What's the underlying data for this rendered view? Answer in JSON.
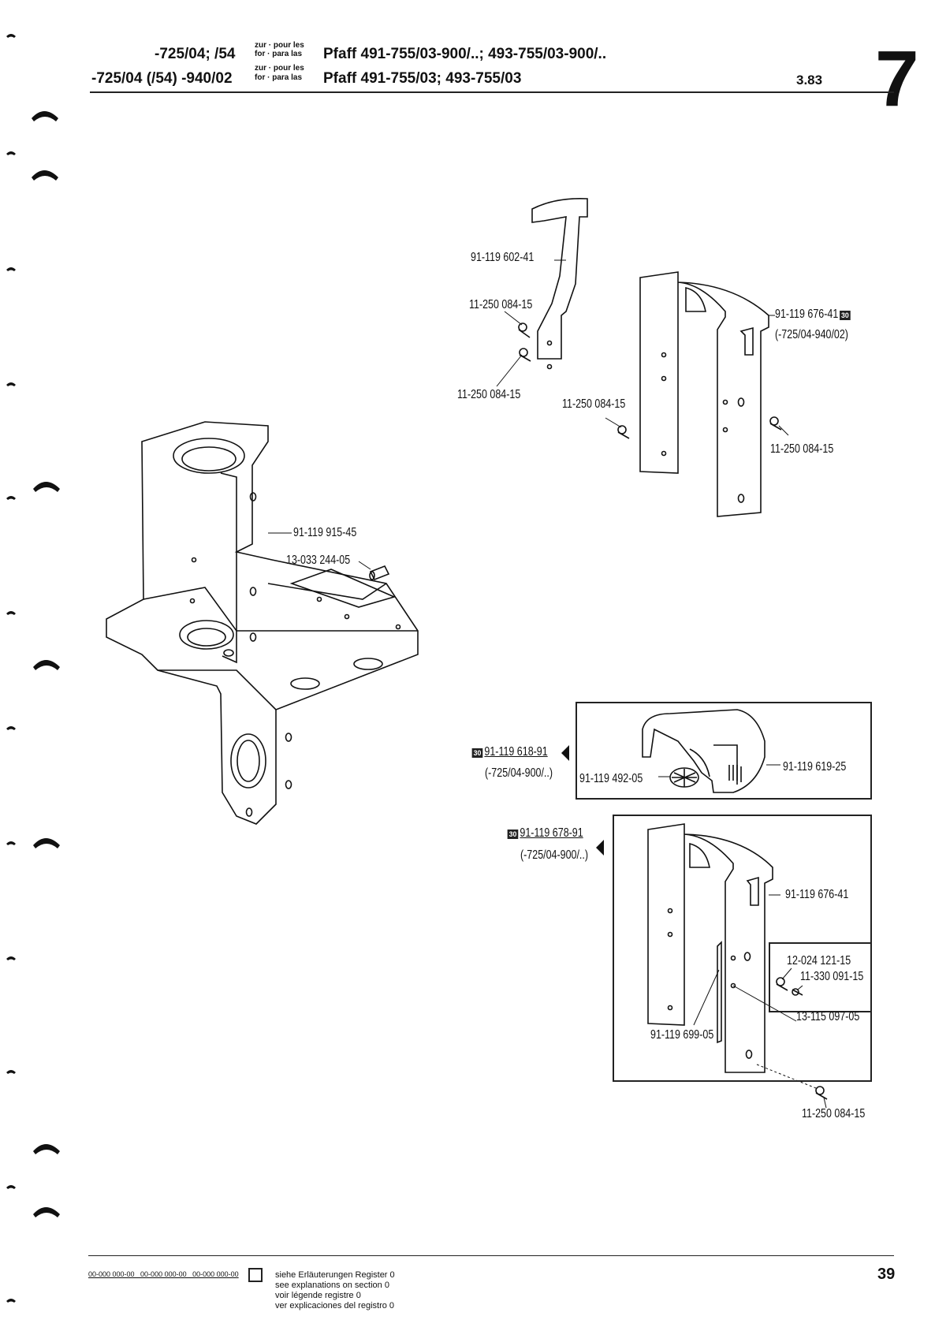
{
  "header": {
    "model_line1": "-725/04; /54",
    "model_line2": "-725/04 (/54) -940/02",
    "for_top1": "zur · pour les",
    "for_bot1": "for · para las",
    "for_top2": "zur · pour les",
    "for_bot2": "for · para las",
    "title1": "Pfaff 491-755/03-900/..; 493-755/03-900/..",
    "title2": "Pfaff 491-755/03; 493-755/03",
    "date": "3.83",
    "section": "7"
  },
  "parts": {
    "p1": "91-119 602-41",
    "p2": "11-250 084-15",
    "p3": "11-250 084-15",
    "p4": "11-250 084-15",
    "p5": "91-119 676-41",
    "p5_note": "(-725/04-940/02)",
    "p6": "11-250 084-15",
    "p7": "91-119 915-45",
    "p8": "13-033 244-05",
    "p9": "91-119 618-91",
    "p9_note": "(-725/04-900/..)",
    "p10": "91-119 492-05",
    "p11": "91-119 619-25",
    "p12": "91-119 678-91",
    "p12_note": "(-725/04-900/..)",
    "p13": "91-119 676-41",
    "p14": "12-024 121-15",
    "p15": "11-330 091-15",
    "p16": "13-115 097-05",
    "p17": "91-119 699-05",
    "p18": "11-250 084-15",
    "badge": "30"
  },
  "footer": {
    "codes": "00-000 000-00   00-000 000-00   00-000 000-00",
    "line1": "siehe Erläuterungen Register 0",
    "line2": "see explanations on section 0",
    "line3": "voir légende registre 0",
    "line4": "ver explicaciones del registro 0",
    "page": "39"
  }
}
